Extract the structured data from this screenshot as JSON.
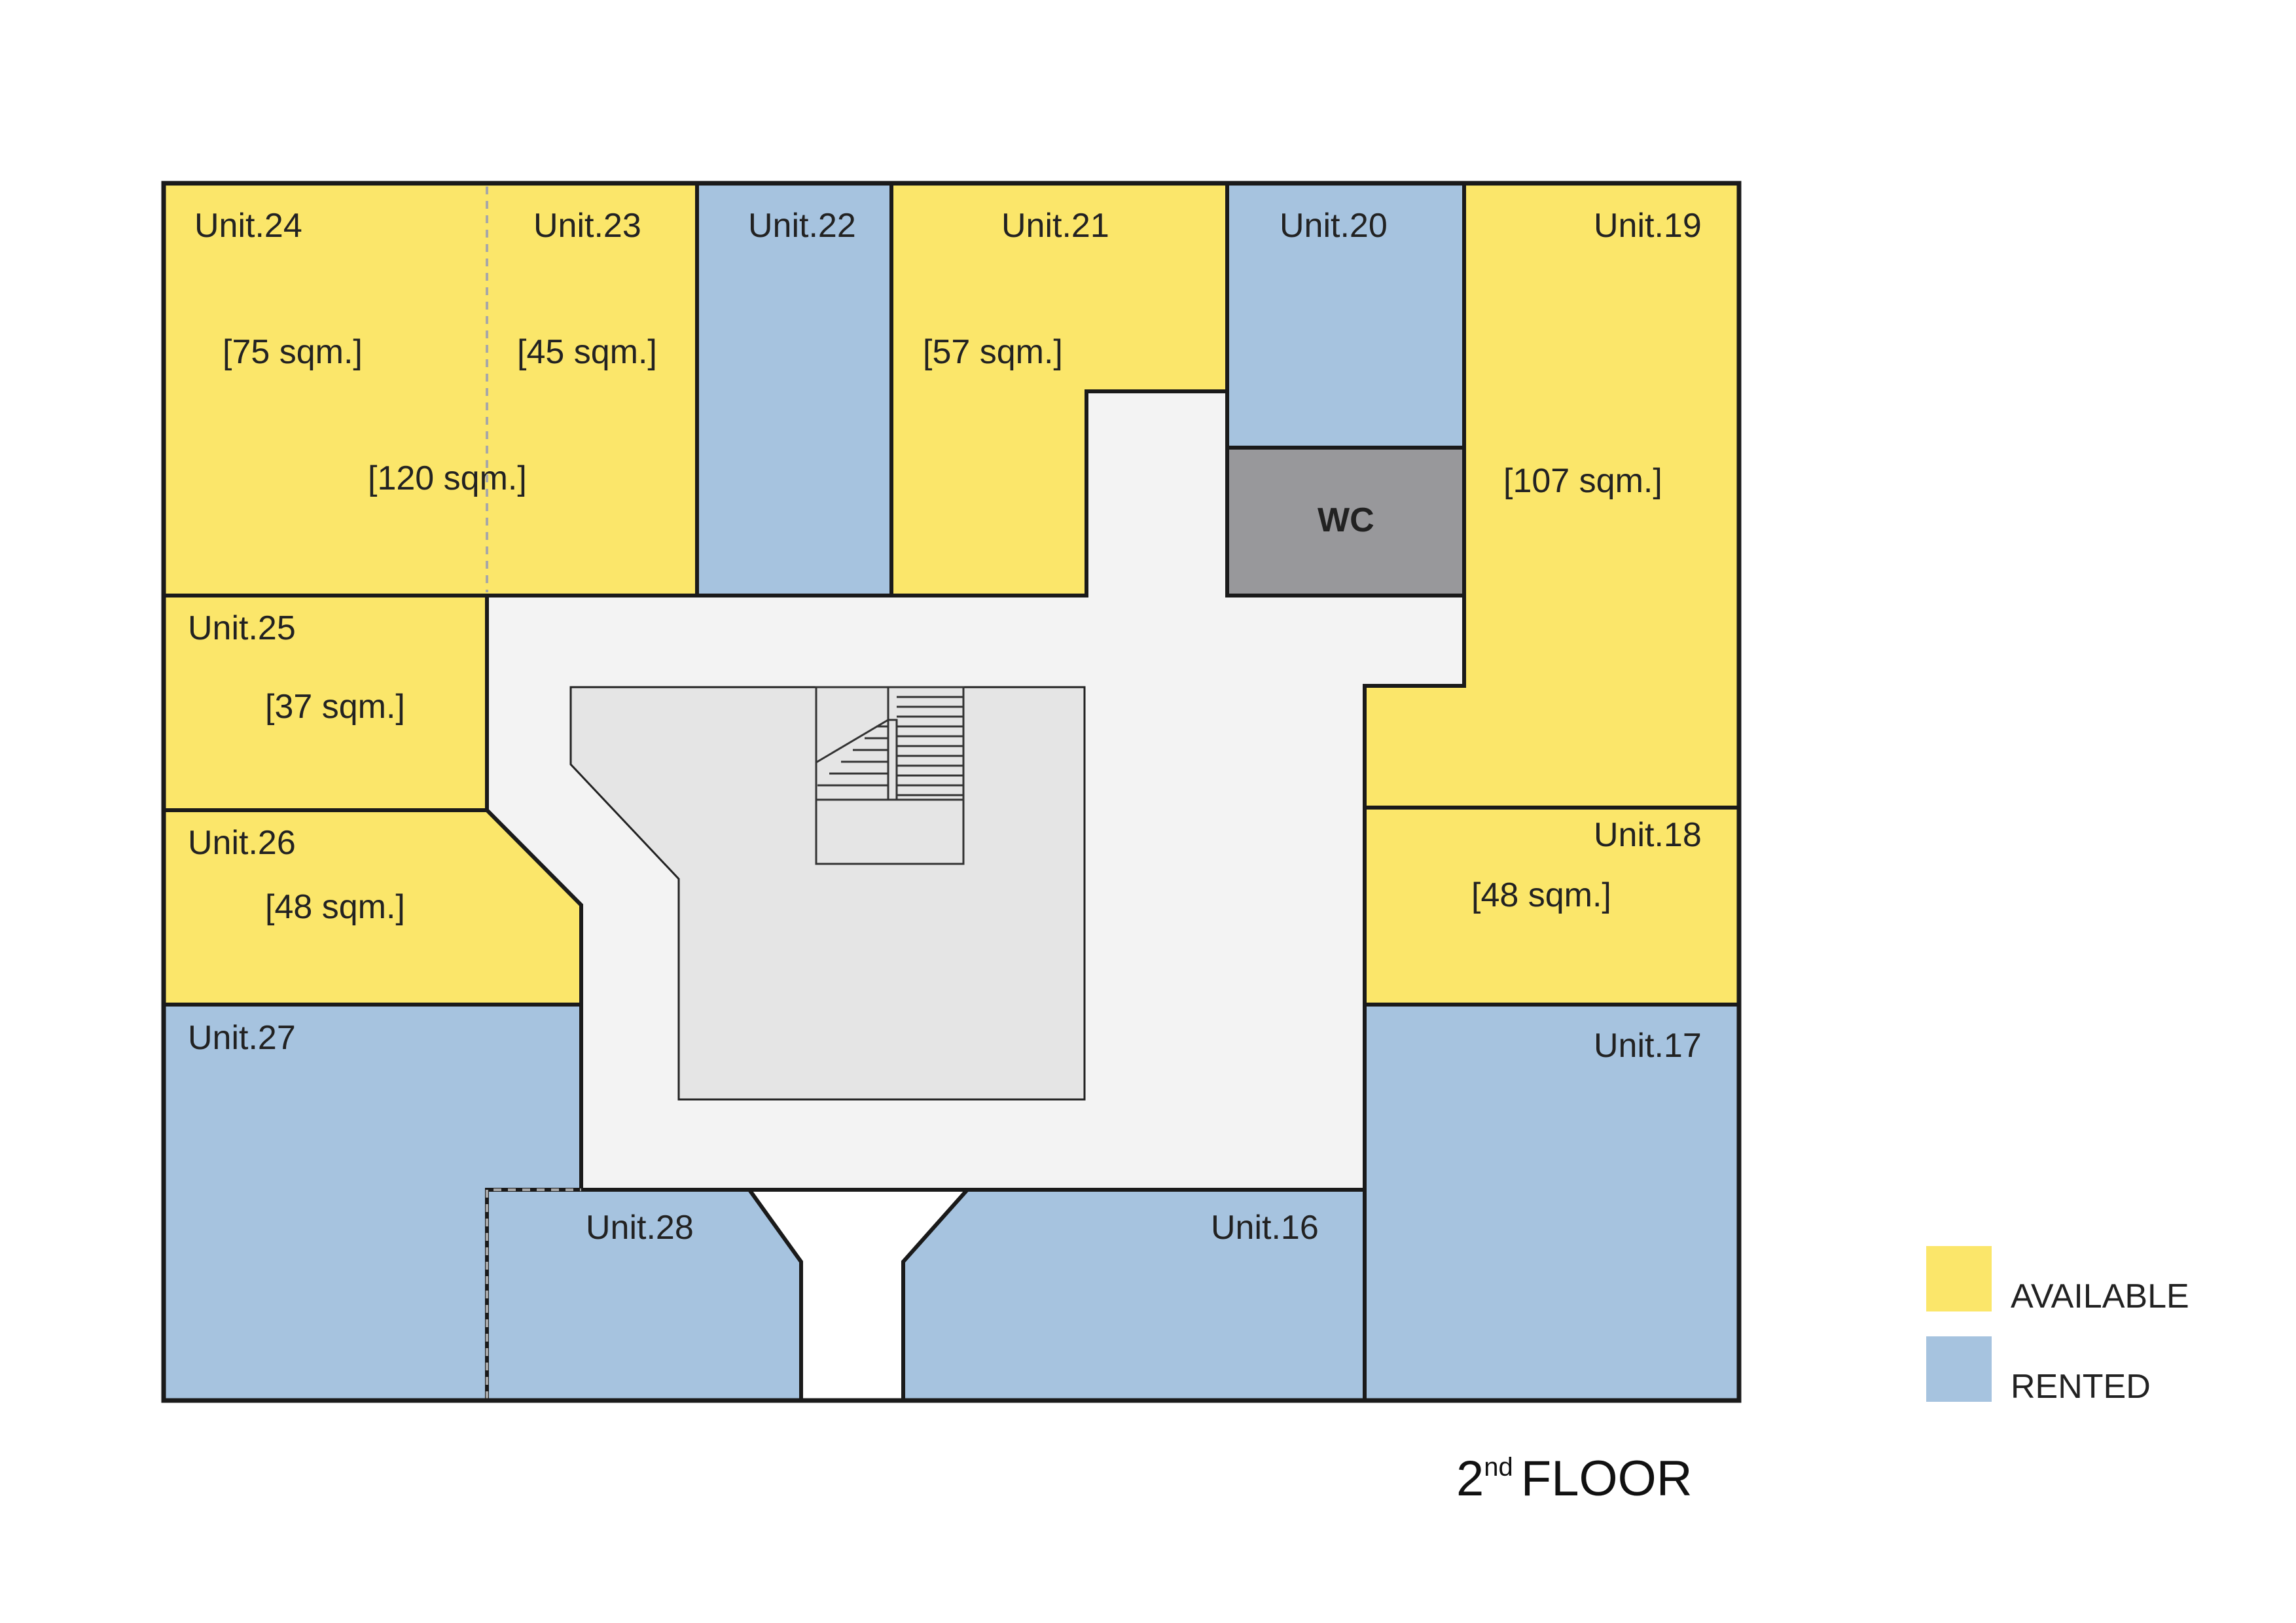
{
  "colors": {
    "available": "#fbe66a",
    "rented": "#a6c3df",
    "wc": "#98989b",
    "corridor": "#f3f3f3",
    "atrium": "#e5e5e5"
  },
  "units": {
    "u24": {
      "name": "Unit.24",
      "area": "[75 sqm.]",
      "status": "available"
    },
    "u23": {
      "name": "Unit.23",
      "area": "[45 sqm.]",
      "status": "available"
    },
    "u24_23_combined_area": "[120 sqm.]",
    "u22": {
      "name": "Unit.22",
      "status": "rented"
    },
    "u21": {
      "name": "Unit.21",
      "area": "[57 sqm.]",
      "status": "available"
    },
    "u20": {
      "name": "Unit.20",
      "status": "rented"
    },
    "u19": {
      "name": "Unit.19",
      "area": "[107 sqm.]",
      "status": "available"
    },
    "u25": {
      "name": "Unit.25",
      "area": "[37 sqm.]",
      "status": "available"
    },
    "u26": {
      "name": "Unit.26",
      "area": "[48 sqm.]",
      "status": "available"
    },
    "u18": {
      "name": "Unit.18",
      "area": "[48 sqm.]",
      "status": "available"
    },
    "u27": {
      "name": "Unit.27",
      "status": "rented"
    },
    "u28": {
      "name": "Unit.28",
      "status": "rented"
    },
    "u16": {
      "name": "Unit.16",
      "status": "rented"
    },
    "u17": {
      "name": "Unit.17",
      "status": "rented"
    }
  },
  "wc": {
    "label": "WC"
  },
  "legend": {
    "available": "AVAILABLE",
    "rented": "RENTED"
  },
  "floor_title": {
    "number": "2",
    "suffix": "nd",
    "word": "FLOOR"
  }
}
